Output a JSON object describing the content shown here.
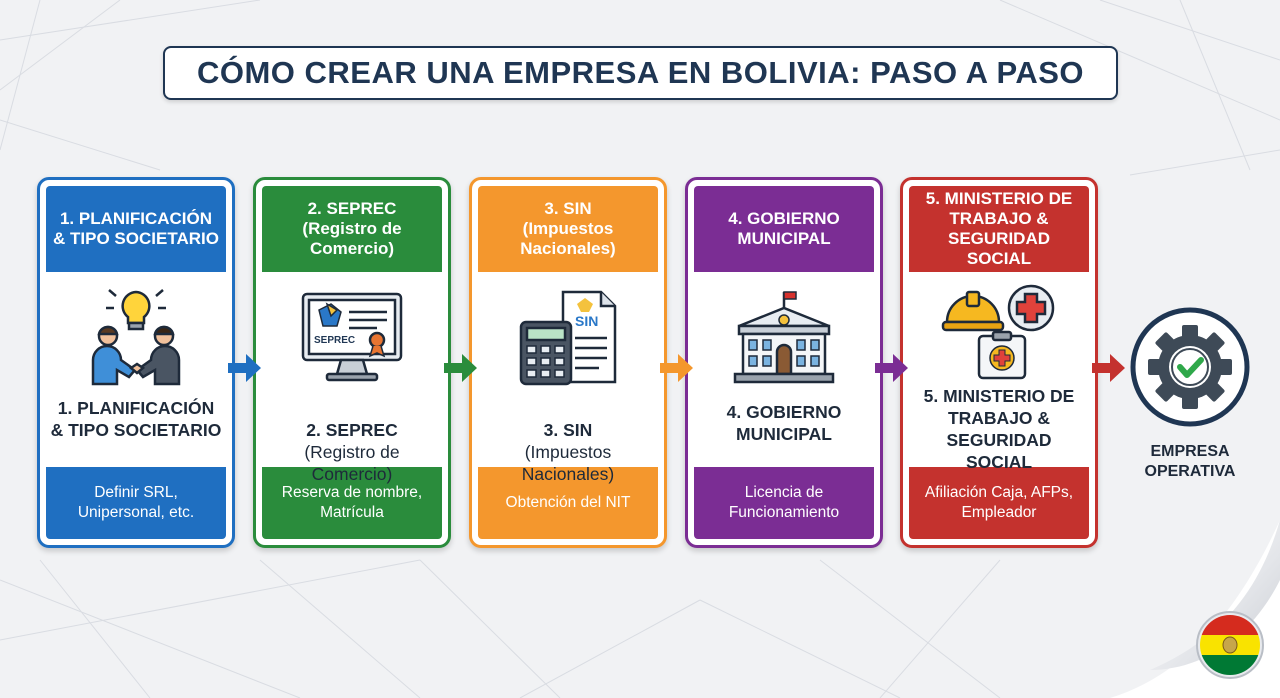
{
  "title": "CÓMO CREAR UNA EMPRESA EN BOLIVIA: PASO A PASO",
  "colors": {
    "blue": "#1f6fc1",
    "green": "#2a8c3c",
    "orange": "#f4972d",
    "purple": "#7b2d94",
    "red": "#c4322e",
    "navy": "#1f3653"
  },
  "steps": [
    {
      "head": "1. PLANIFICACIÓN\n& TIPO SOCIETARIO",
      "body_bold": "1. PLANIFICACIÓN\n& TIPO SOCIETARIO",
      "body_normal": "",
      "foot": "Definir SRL,\nUnipersonal, etc.",
      "icon": "handshake-idea-icon"
    },
    {
      "head": "2. SEPREC\n(Registro de\nComercio)",
      "body_bold": "2. SEPREC",
      "body_normal": "(Registro de\nComercio)",
      "foot": "Reserva de nombre,\nMatrícula",
      "icon": "monitor-certificate-icon",
      "icon_text": "SEPREC"
    },
    {
      "head": "3. SIN\n(Impuestos\nNacionales)",
      "body_bold": "3. SIN",
      "body_normal": "(Impuestos\nNacionales)",
      "foot": "Obtención del NIT",
      "icon": "calculator-document-icon",
      "icon_text": "SIN"
    },
    {
      "head": "4. GOBIERNO\nMUNICIPAL",
      "body_bold": "4. GOBIERNO\nMUNICIPAL",
      "body_normal": "",
      "foot": "Licencia de\nFuncionamiento",
      "icon": "government-building-icon"
    },
    {
      "head": "5. MINISTERIO DE\nTRABAJO &\nSEGURIDAD SOCIAL",
      "body_bold": "5. MINISTERIO DE\nTRABAJO &\nSEGURIDAD SOCIAL",
      "body_normal": "",
      "foot": "Afiliación Caja, AFPs,\nEmpleador",
      "icon": "hardhat-medical-icon"
    }
  ],
  "final": {
    "label": "EMPRESA\nOPERATIVA",
    "icon": "gear-check-icon"
  },
  "badge_icon": "bolivia-flag-icon"
}
